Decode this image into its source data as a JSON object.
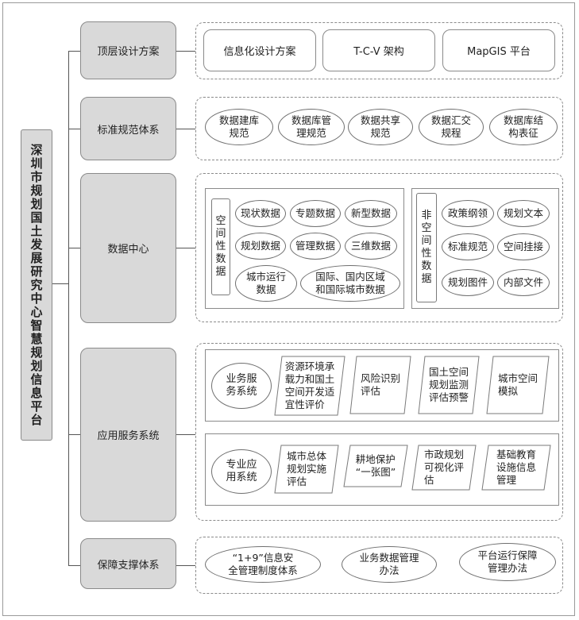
{
  "root": {
    "label": "深圳市规划国土发展研究中心智慧规划信息平台"
  },
  "categories": {
    "top_design": {
      "label": "顶层设计方案",
      "items": [
        "信息化设计方案",
        "T-C-V 架构",
        "MapGIS 平台"
      ]
    },
    "standards": {
      "label": "标准规范体系",
      "items": [
        "数据建库\n规范",
        "数据库管\n理规范",
        "数据共享\n规范",
        "数据汇交\n规程",
        "数据库结\n构表征"
      ]
    },
    "data_center": {
      "label": "数据中心",
      "spatial": {
        "label": "空间性数据",
        "items": [
          "现状数据",
          "专题数据",
          "新型数据",
          "规划数据",
          "管理数据",
          "三维数据",
          "城市运行\n数据",
          "国际、国内区域\n和国际城市数据"
        ]
      },
      "nonspatial": {
        "label": "非空间性数据",
        "items": [
          "政策纲领",
          "规划文本",
          "标准规范",
          "空间挂接",
          "规划图件",
          "内部文件"
        ]
      }
    },
    "app_service": {
      "label": "应用服务系统",
      "business": {
        "label": "业务服\n务系统",
        "items": [
          "资源环境承\n载力和国土\n空间开发适\n宜性评价",
          "风险识别\n评估",
          "国土空间\n规划监测\n评估预警",
          "城市空间\n模拟"
        ]
      },
      "professional": {
        "label": "专业应\n用系统",
        "items": [
          "城市总体\n规划实施\n评估",
          "耕地保护\n“一张图”",
          "市政规划\n可视化评\n估",
          "基础教育\n设施信息\n管理"
        ]
      }
    },
    "support": {
      "label": "保障支撑体系",
      "items": [
        "“1+9”信息安\n全管理制度体系",
        "业务数据管理\n办法",
        "平台运行保障\n管理办法"
      ]
    }
  }
}
